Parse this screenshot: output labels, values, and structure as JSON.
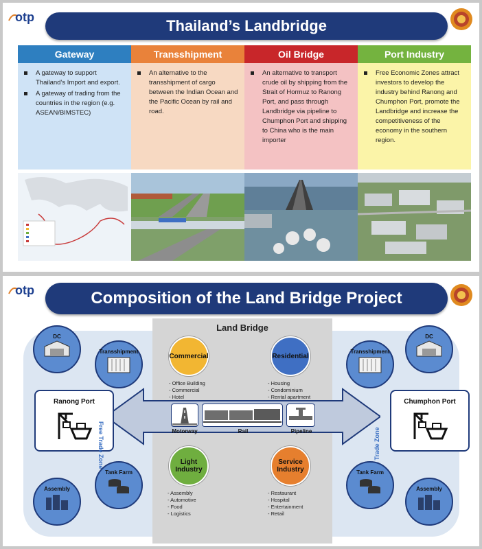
{
  "logo": {
    "text": "otp"
  },
  "slide1": {
    "title": "Thailand’s Landbridge",
    "columns": [
      {
        "heading": "Gateway",
        "color": "#2e7fc0",
        "bg": "#cfe3f6",
        "items": [
          "A gateway to support Thailand’s Import and export.",
          "A gateway of trading from the countries in the region (e.g. ASEAN/BIMSTEC)"
        ]
      },
      {
        "heading": "Transshipment",
        "color": "#e9823a",
        "bg": "#f7d9c2",
        "items": [
          "An alternative to the transshipment of cargo between the Indian Ocean and the Pacific Ocean by rail and road."
        ]
      },
      {
        "heading": "Oil Bridge",
        "color": "#c8262a",
        "bg": "#f4c2c3",
        "items": [
          "An alternative to transport crude oil by shipping from the Strait of Hormuz to Ranong Port, and pass through Landbridge via pipeline to Chumphon Port and shipping to China who is the main importer"
        ]
      },
      {
        "heading": "Port Industry",
        "color": "#74b33f",
        "bg": "#fbf4a8",
        "items": [
          "Free Economic Zones attract investors to develop the industry behind Ranong and Chumphon Port, promote the Landbridge and increase the competitiveness of the economy in the southern region."
        ]
      }
    ]
  },
  "slide2": {
    "title": "Composition of the Land Bridge Project",
    "land_bridge": "Land Bridge",
    "commercial": {
      "label": "Commercial",
      "color": "#f2b632",
      "items": [
        "- Office Building",
        "- Commercial",
        "- Hotel"
      ]
    },
    "residential": {
      "label": "Residential",
      "color": "#3f6fc3",
      "items": [
        "- Housing",
        "- Condominium",
        "- Rental apartment"
      ]
    },
    "light_industry": {
      "label": "Light Industry",
      "color": "#6fae3f",
      "items": [
        "- Assembly",
        "- Automotive",
        "- Food",
        "- Logistics"
      ]
    },
    "service_industry": {
      "label": "Service Industry",
      "color": "#e67f2e",
      "items": [
        "- Restaurant",
        "- Hospital",
        "- Entertainment",
        "- Retail"
      ]
    },
    "modes": {
      "motorway": "Motorway",
      "rail": "Rail",
      "pipeline": "Pipeline"
    },
    "left": {
      "port": "Ranong Port",
      "ftz": "Free Trade Zone",
      "dc": "DC",
      "transshipment": "Transshipment",
      "tank_farm": "Tank Farm",
      "assembly": "Assembly"
    },
    "right": {
      "port": "Chumphon Port",
      "ftz": "Free Trade Zone",
      "dc": "DC",
      "transshipment": "Transshipment",
      "tank_farm": "Tank Farm",
      "assembly": "Assembly"
    }
  }
}
